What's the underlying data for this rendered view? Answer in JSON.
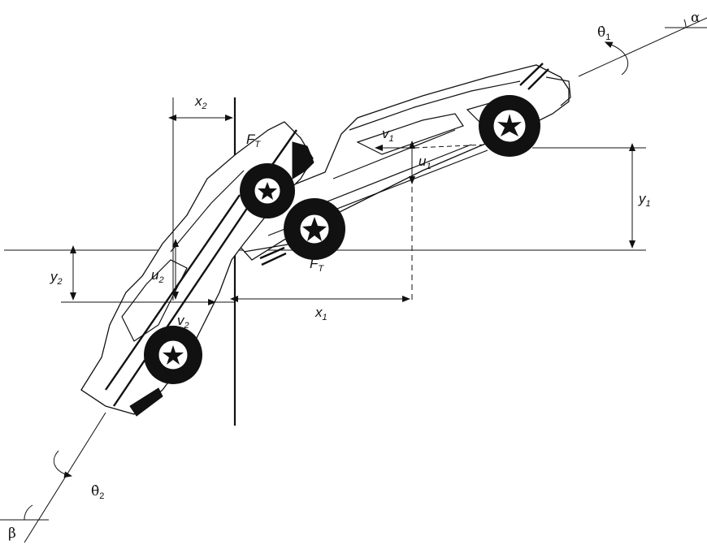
{
  "labels": {
    "x1": {
      "main": "x",
      "sub": "1"
    },
    "x2": {
      "main": "x",
      "sub": "2"
    },
    "y1": {
      "main": "y",
      "sub": "1"
    },
    "y2": {
      "main": "y",
      "sub": "2"
    },
    "u1": {
      "main": "u",
      "sub": "1"
    },
    "u2": {
      "main": "u",
      "sub": "2"
    },
    "v1": {
      "main": "v",
      "sub": "1"
    },
    "v2": {
      "main": "v",
      "sub": "2"
    },
    "ft_top": {
      "main": "F",
      "sub": "T"
    },
    "ft_bottom": {
      "main": "F",
      "sub": "T"
    },
    "theta1": {
      "main": "θ̇",
      "sub": "1"
    },
    "theta2": {
      "main": "θ̇",
      "sub": "2"
    },
    "alpha": "α",
    "beta": "β"
  }
}
